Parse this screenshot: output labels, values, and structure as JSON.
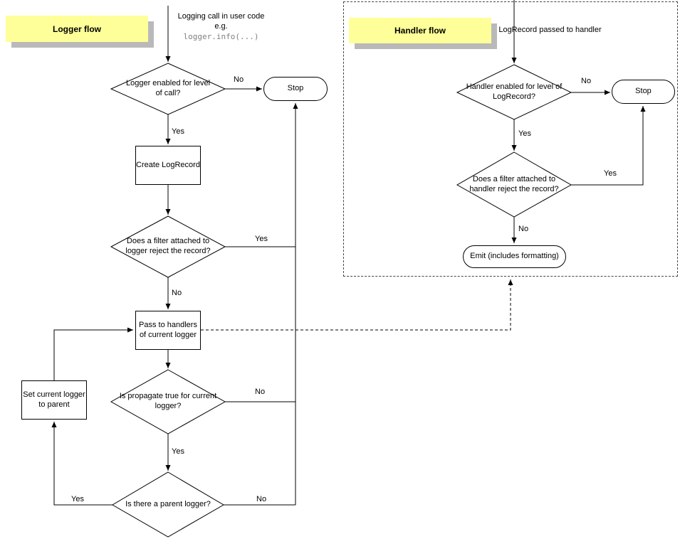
{
  "colors": {
    "label_bg": "#ffff99",
    "label_shadow": "#b9b9b9",
    "code_text": "#808080"
  },
  "labels": {
    "yes": "Yes",
    "no": "No"
  },
  "logger_flow": {
    "title": "Logger flow",
    "start_line1": "Logging call in user code",
    "start_line2": "e.g.",
    "start_code": "logger.info(...)",
    "decision_level": "Logger enabled for level of call?",
    "stop": "Stop",
    "create_logrecord": "Create LogRecord",
    "decision_filter": "Does a filter attached to logger reject the record?",
    "pass_handlers": "Pass to handlers of current logger",
    "decision_propagate": "Is propagate true for current logger?",
    "decision_parent": "Is there a parent logger?",
    "set_parent": "Set current logger to parent"
  },
  "handler_flow": {
    "title": "Handler flow",
    "start": "LogRecord passed to handler",
    "decision_level": "Handler enabled for level of LogRecord?",
    "stop": "Stop",
    "decision_filter": "Does a filter attached to handler reject the record?",
    "emit": "Emit (includes formatting)"
  }
}
